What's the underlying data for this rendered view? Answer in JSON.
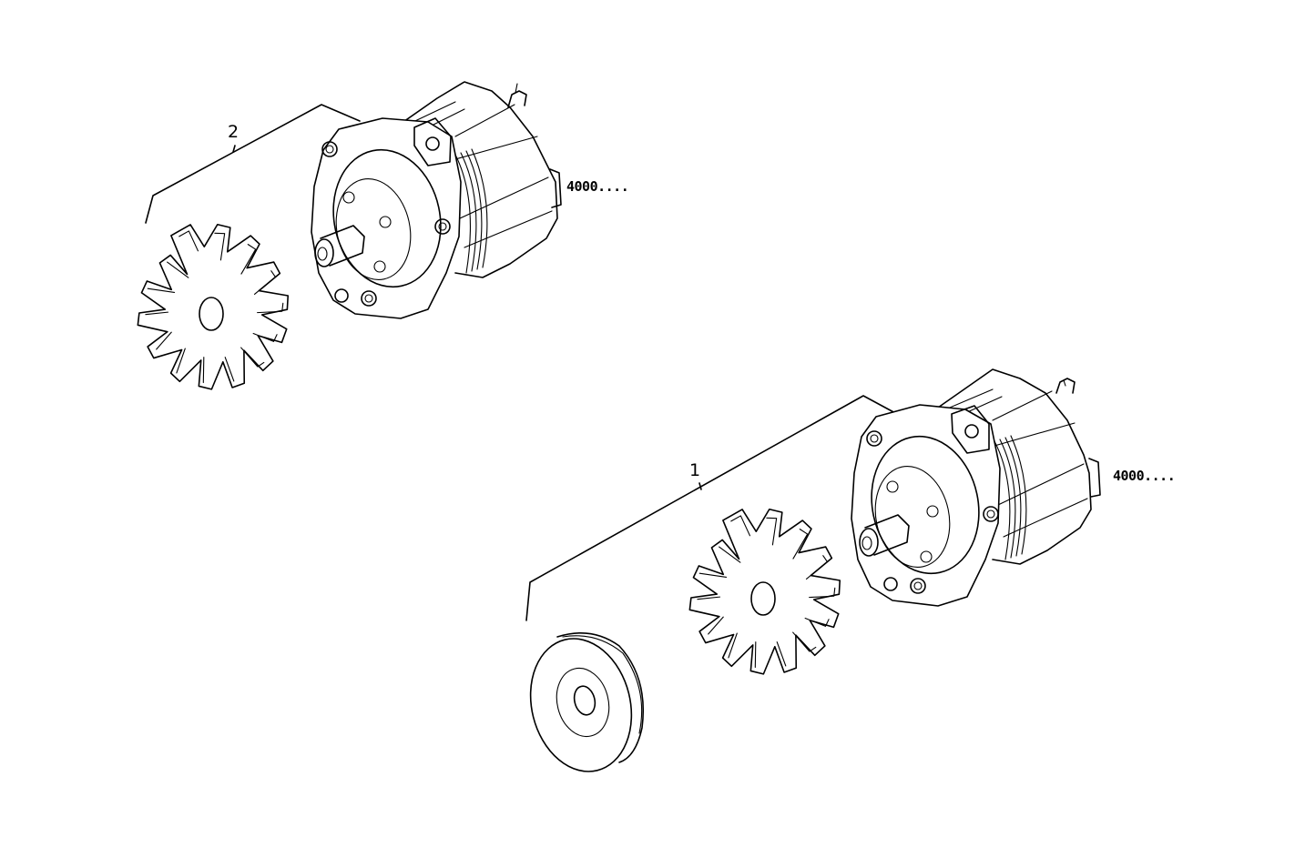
{
  "diagram": {
    "type": "exploded-parts-drawing",
    "background": "#ffffff",
    "line_color": "#000000",
    "groups": [
      {
        "position_label": "2",
        "part_code": "4000....",
        "components": [
          "alternator",
          "fan"
        ]
      },
      {
        "position_label": "1",
        "part_code": "4000....",
        "components": [
          "alternator",
          "fan",
          "pulley"
        ]
      }
    ]
  }
}
